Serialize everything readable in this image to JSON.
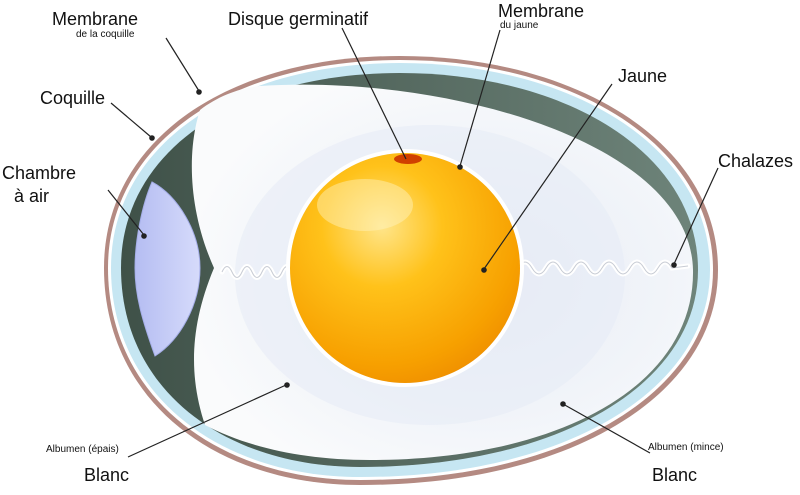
{
  "labels": {
    "membrane_coquille": "Membrane",
    "membrane_coquille_sub": "de la coquille",
    "disque": "Disque germinatif",
    "membrane_jaune": "Membrane",
    "membrane_jaune_sub": "du jaune",
    "jaune": "Jaune",
    "coquille": "Coquille",
    "chambre_line1": "Chambre",
    "chambre_line2": "à air",
    "chalazes": "Chalazes",
    "albumen_epais": "Albumen (épais)",
    "blanc_left": "Blanc",
    "albumen_mince": "Albumen (mince)",
    "blanc_right": "Blanc"
  },
  "colors": {
    "shell": "#b48a82",
    "membrane": "#c6e6f2",
    "air_chamber": "#c7cdf6",
    "dark_band": "#52685f",
    "albumen": "#f4f6f9",
    "yolk": "#f6a400",
    "germinal_disc": "#d04000"
  }
}
